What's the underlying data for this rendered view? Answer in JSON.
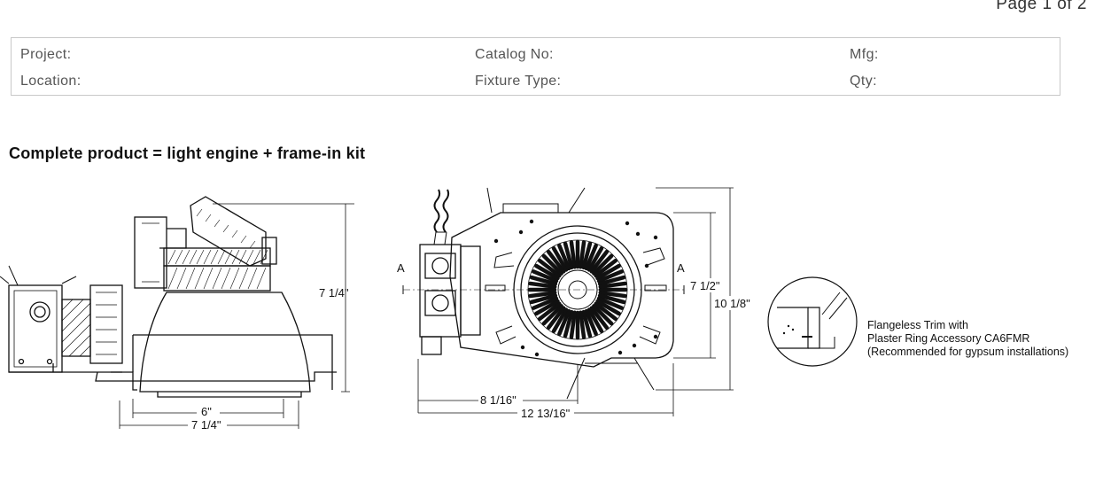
{
  "page": {
    "number": "Page 1 of 2"
  },
  "info_box": {
    "project": "Project:",
    "location": "Location:",
    "catalog_no": "Catalog No:",
    "fixture_type": "Fixture Type:",
    "mfg": "Mfg:",
    "qty": "Qty:"
  },
  "heading": "Complete product = light engine + frame-in kit",
  "side_view": {
    "height": "7 1/4\"",
    "aperture": "6\"",
    "overall_width": "7 1/4\""
  },
  "top_view": {
    "section_left": "A",
    "section_right": "A",
    "inner_height": "7 1/2\"",
    "outer_height": "10 1/8\"",
    "width_inner": "8 1/16\"",
    "width_outer": "12 13/16\""
  },
  "detail_note": {
    "line1": "Flangeless Trim with",
    "line2": "Plaster Ring Accessory CA6FMR",
    "line3": "(Recommended for gypsum installations)"
  }
}
